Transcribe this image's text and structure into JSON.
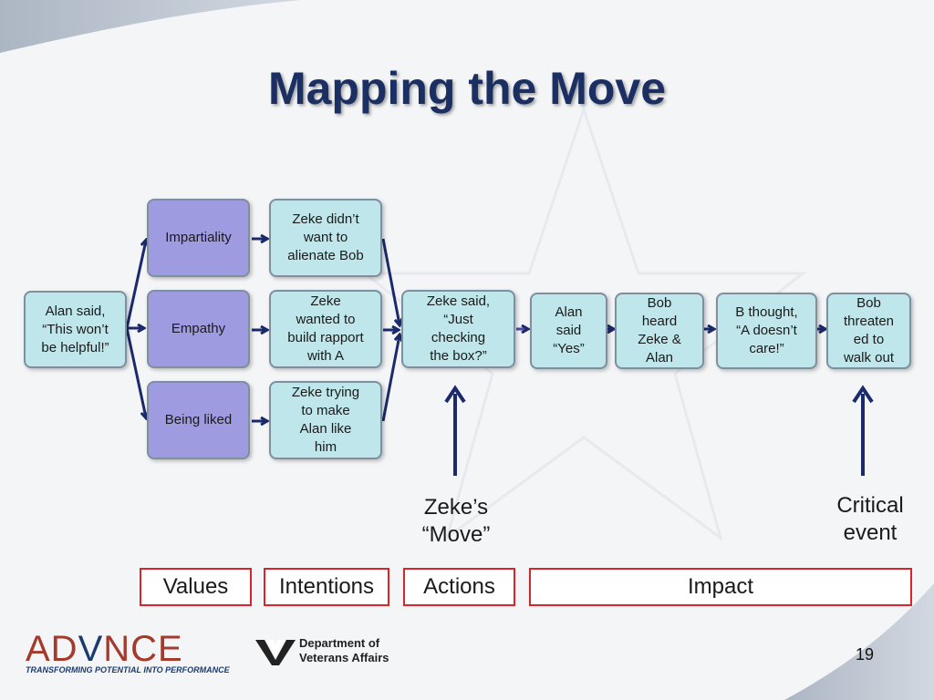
{
  "title": "Mapping the Move",
  "nodes": {
    "alan_said": "Alan said,\n“This won’t\nbe helpful!”",
    "impartiality": "Impartiality",
    "empathy": "Empathy",
    "being_liked": "Being liked",
    "intent_1": "Zeke didn’t\nwant to\nalienate Bob",
    "intent_2": "Zeke\nwanted to\nbuild rapport\nwith A",
    "intent_3": "Zeke trying\nto make\nAlan like\nhim",
    "zeke_said": "Zeke said,\n“Just\nchecking\nthe box?”",
    "alan_yes": "Alan\nsaid\n“Yes”",
    "bob_heard": "Bob\nheard\nZeke &\nAlan",
    "b_thought": "B thought,\n“A doesn’t\ncare!”",
    "bob_threat": "Bob\nthreaten\ned to\nwalk out"
  },
  "labels": {
    "zekes_move": "Zeke’s\n“Move”",
    "critical_event": "Critical\nevent"
  },
  "categories": {
    "values": "Values",
    "intentions": "Intentions",
    "actions": "Actions",
    "impact": "Impact"
  },
  "footer": {
    "logo_left": "AD",
    "logo_mid": "V",
    "logo_right": "NCE",
    "tagline": "TRANSFORMING POTENTIAL INTO PERFORMANCE",
    "va_text": "Department of\nVeterans Affairs",
    "page_number": "19"
  },
  "colors": {
    "title": "#1b2f62",
    "arrow": "#1b2a6b",
    "teal_box": "#bfe6ea",
    "purple_box": "#9f9be0",
    "category_border": "#d8242b"
  }
}
